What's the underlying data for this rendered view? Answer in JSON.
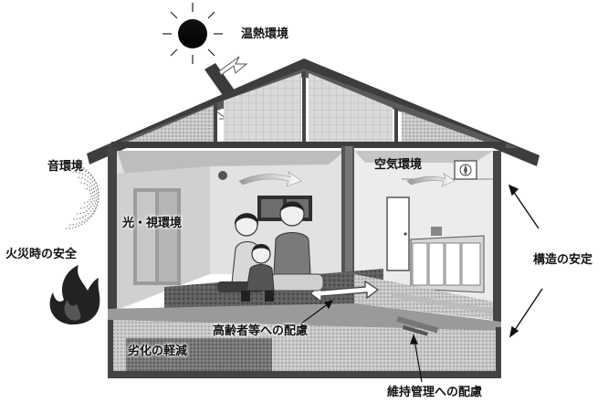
{
  "labels": {
    "thermal": "温熱環境",
    "sound": "音環境",
    "light": "光・視環境",
    "fire": "火災時の安全",
    "air": "空気環境",
    "structure": "構造の安定",
    "elderly": "高齢者等への配慮",
    "deterioration": "劣化の軽減",
    "maintenance": "維持管理への配慮"
  },
  "icons": [
    "sun-icon",
    "sound-waves-icon",
    "flame-icon",
    "ventilation-fan-icon"
  ]
}
